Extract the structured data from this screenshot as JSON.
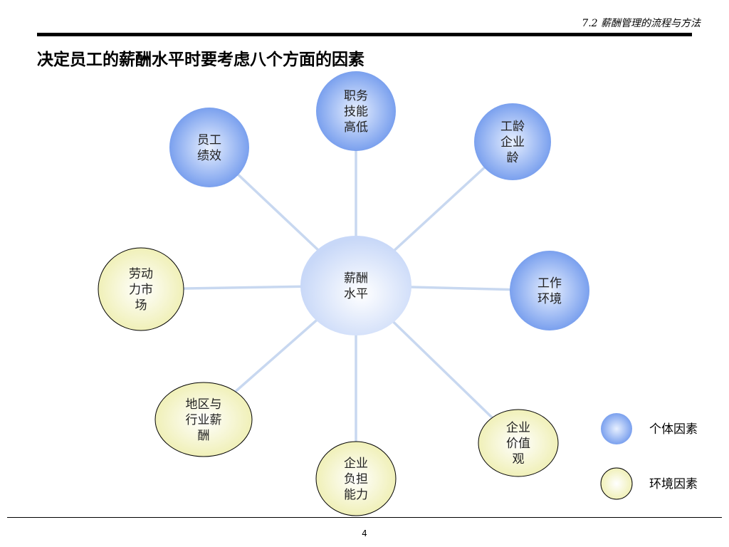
{
  "header": {
    "section_title": "7.2 薪酬管理的流程与方法"
  },
  "slide": {
    "title": "决定员工的薪酬水平时要考虑八个方面的因素",
    "page_number": "4"
  },
  "diagram": {
    "center": {
      "lines": [
        "薪酬",
        "水平"
      ]
    },
    "nodes": [
      {
        "id": "job-skill",
        "lines": [
          "职务",
          "技能",
          "高低"
        ],
        "category": "individual"
      },
      {
        "id": "seniority",
        "lines": [
          "工龄",
          "企业",
          "龄"
        ],
        "category": "individual"
      },
      {
        "id": "work-environment",
        "lines": [
          "工作",
          "环境"
        ],
        "category": "individual"
      },
      {
        "id": "enterprise-values",
        "lines": [
          "企业",
          "价值",
          "观"
        ],
        "category": "environment"
      },
      {
        "id": "enterprise-capacity",
        "lines": [
          "企业",
          "负担",
          "能力"
        ],
        "category": "environment"
      },
      {
        "id": "region-industry-pay",
        "lines": [
          "地区与",
          "行业薪",
          "酬"
        ],
        "category": "environment"
      },
      {
        "id": "labor-market",
        "lines": [
          "劳动",
          "力市",
          "场"
        ],
        "category": "environment"
      },
      {
        "id": "employee-performance",
        "lines": [
          "员工",
          "绩效"
        ],
        "category": "individual"
      }
    ]
  },
  "legend": {
    "individual": {
      "label": "个体因素"
    },
    "environment": {
      "label": "环境因素"
    }
  },
  "colors": {
    "individual_fill_center": "#e8f0ff",
    "individual_fill_edge": "#7aa0ee",
    "environment_fill_center": "#ffffff",
    "environment_fill_edge": "#f0f0b8",
    "center_fill_center": "#ffffff",
    "center_fill_edge": "#c8d8f8",
    "connector": "#c8d8f0",
    "outline": "#000000"
  }
}
